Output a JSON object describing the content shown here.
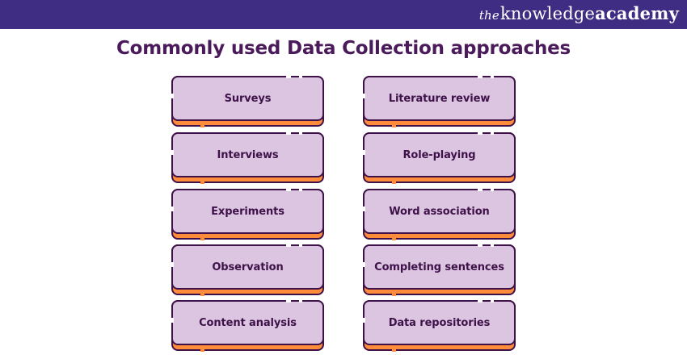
{
  "header": {
    "logo_prefix": "the",
    "logo_main": "knowledge",
    "logo_suffix": "academy",
    "background_color": "#3f2d83"
  },
  "title": "Commonly used Data Collection approaches",
  "colors": {
    "title": "#4a1a5a",
    "card_face": "#dbc5e1",
    "card_shadow": "#ff8c3a",
    "card_border": "#3e1149"
  },
  "approaches": {
    "left": [
      {
        "label": "Surveys"
      },
      {
        "label": "Interviews"
      },
      {
        "label": "Experiments"
      },
      {
        "label": "Observation"
      },
      {
        "label": "Content analysis"
      }
    ],
    "right": [
      {
        "label": "Literature review"
      },
      {
        "label": "Role-playing"
      },
      {
        "label": "Word association"
      },
      {
        "label": "Completing sentences"
      },
      {
        "label": "Data repositories"
      }
    ]
  }
}
